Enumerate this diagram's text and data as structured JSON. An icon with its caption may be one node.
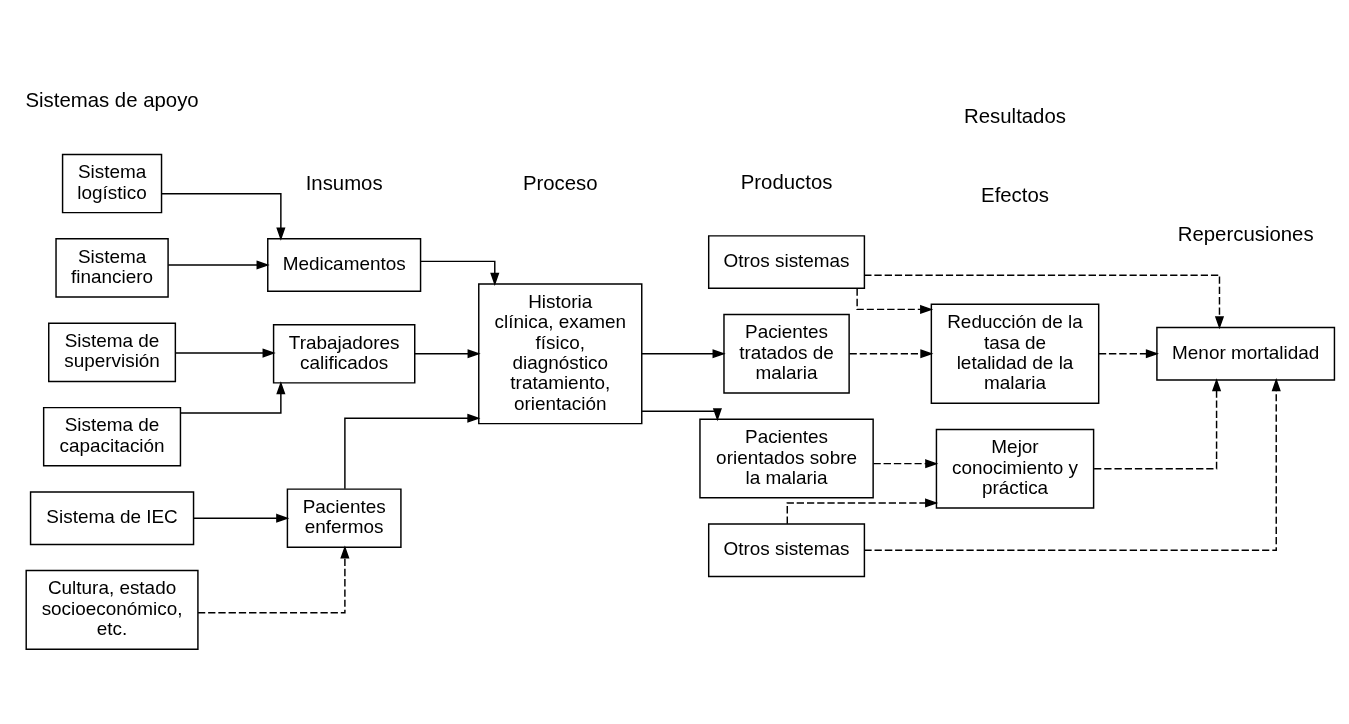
{
  "diagram": {
    "nodes": [
      {
        "text": [
          "Sistema logístico"
        ]
      },
      {
        "text": [
          "Sistema financiero"
        ]
      },
      {
        "text": [
          "Sistema de supervisión"
        ]
      },
      {
        "text": [
          "Sistema de capacitación"
        ]
      },
      {
        "text": [
          "Sistema de IEC"
        ]
      },
      {
        "text": [
          "Cultura, estado socioeconómico, etc."
        ]
      },
      {
        "text": [
          "Medicamentos"
        ]
      },
      {
        "text": [
          "Trabajadores calificados"
        ]
      },
      {
        "text": [
          "Pacientes enfermos"
        ]
      },
      {
        "text": [
          "Historia clínica, examen físico, diagnóstico tratamiento, orientación"
        ]
      },
      {
        "text": [
          "Otros sistemas"
        ]
      },
      {
        "text": [
          "Pacientes tratados de malaria"
        ]
      },
      {
        "text": [
          "Reducción de la tasa de letalidad de la malaria"
        ]
      },
      {
        "text": [
          "Pacientes orientados sobre la malaria"
        ]
      },
      {
        "text": [
          "Mejor conocimiento y práctica"
        ]
      },
      {
        "text": [
          "Otros sistemas"
        ]
      },
      {
        "text": [
          "Menor mortalidad"
        ]
      }
    ],
    "edges": [
      {
        "from": 0,
        "to": 6,
        "arrow": "to"
      },
      {
        "from": 1,
        "to": 6,
        "arrow": "to"
      },
      {
        "from": 2,
        "to": 7,
        "arrow": "to"
      },
      {
        "from": 3,
        "to": 7,
        "arrow": "to"
      },
      {
        "from": 4,
        "to": 8,
        "arrow": "to"
      },
      {
        "from": 5,
        "to": 8,
        "arrow": "to",
        "style": "dashed"
      },
      {
        "from": 6,
        "to": 9,
        "arrow": "to"
      },
      {
        "from": 7,
        "to": 9,
        "arrow": "to"
      },
      {
        "from": 8,
        "to": 9,
        "arrow": "to"
      },
      {
        "from": 9,
        "to": 11,
        "arrow": "to"
      },
      {
        "from": 9,
        "to": 13,
        "arrow": "to"
      },
      {
        "from": 11,
        "to": 12,
        "arrow": "to",
        "style": "dashed"
      },
      {
        "from": 10,
        "to": 12,
        "arrow": "to",
        "style": "dashed"
      },
      {
        "from": 13,
        "to": 14,
        "arrow": "to",
        "style": "dashed"
      },
      {
        "from": 15,
        "to": 14,
        "arrow": "to",
        "style": "dashed"
      },
      {
        "from": 12,
        "to": 16,
        "arrow": "to",
        "style": "dashed"
      },
      {
        "from": 14,
        "to": 16,
        "arrow": "to",
        "style": "dashed"
      },
      {
        "from": 10,
        "to": 16,
        "arrow": "to",
        "style": "dashed"
      },
      {
        "from": 15,
        "to": 16,
        "arrow": "to",
        "style": "dashed"
      }
    ],
    "labels": [
      "Resultados",
      "Sistemas de apoyo",
      "Insumos",
      "Proceso",
      "Productos",
      "Efectos",
      "Repercusiones"
    ]
  }
}
